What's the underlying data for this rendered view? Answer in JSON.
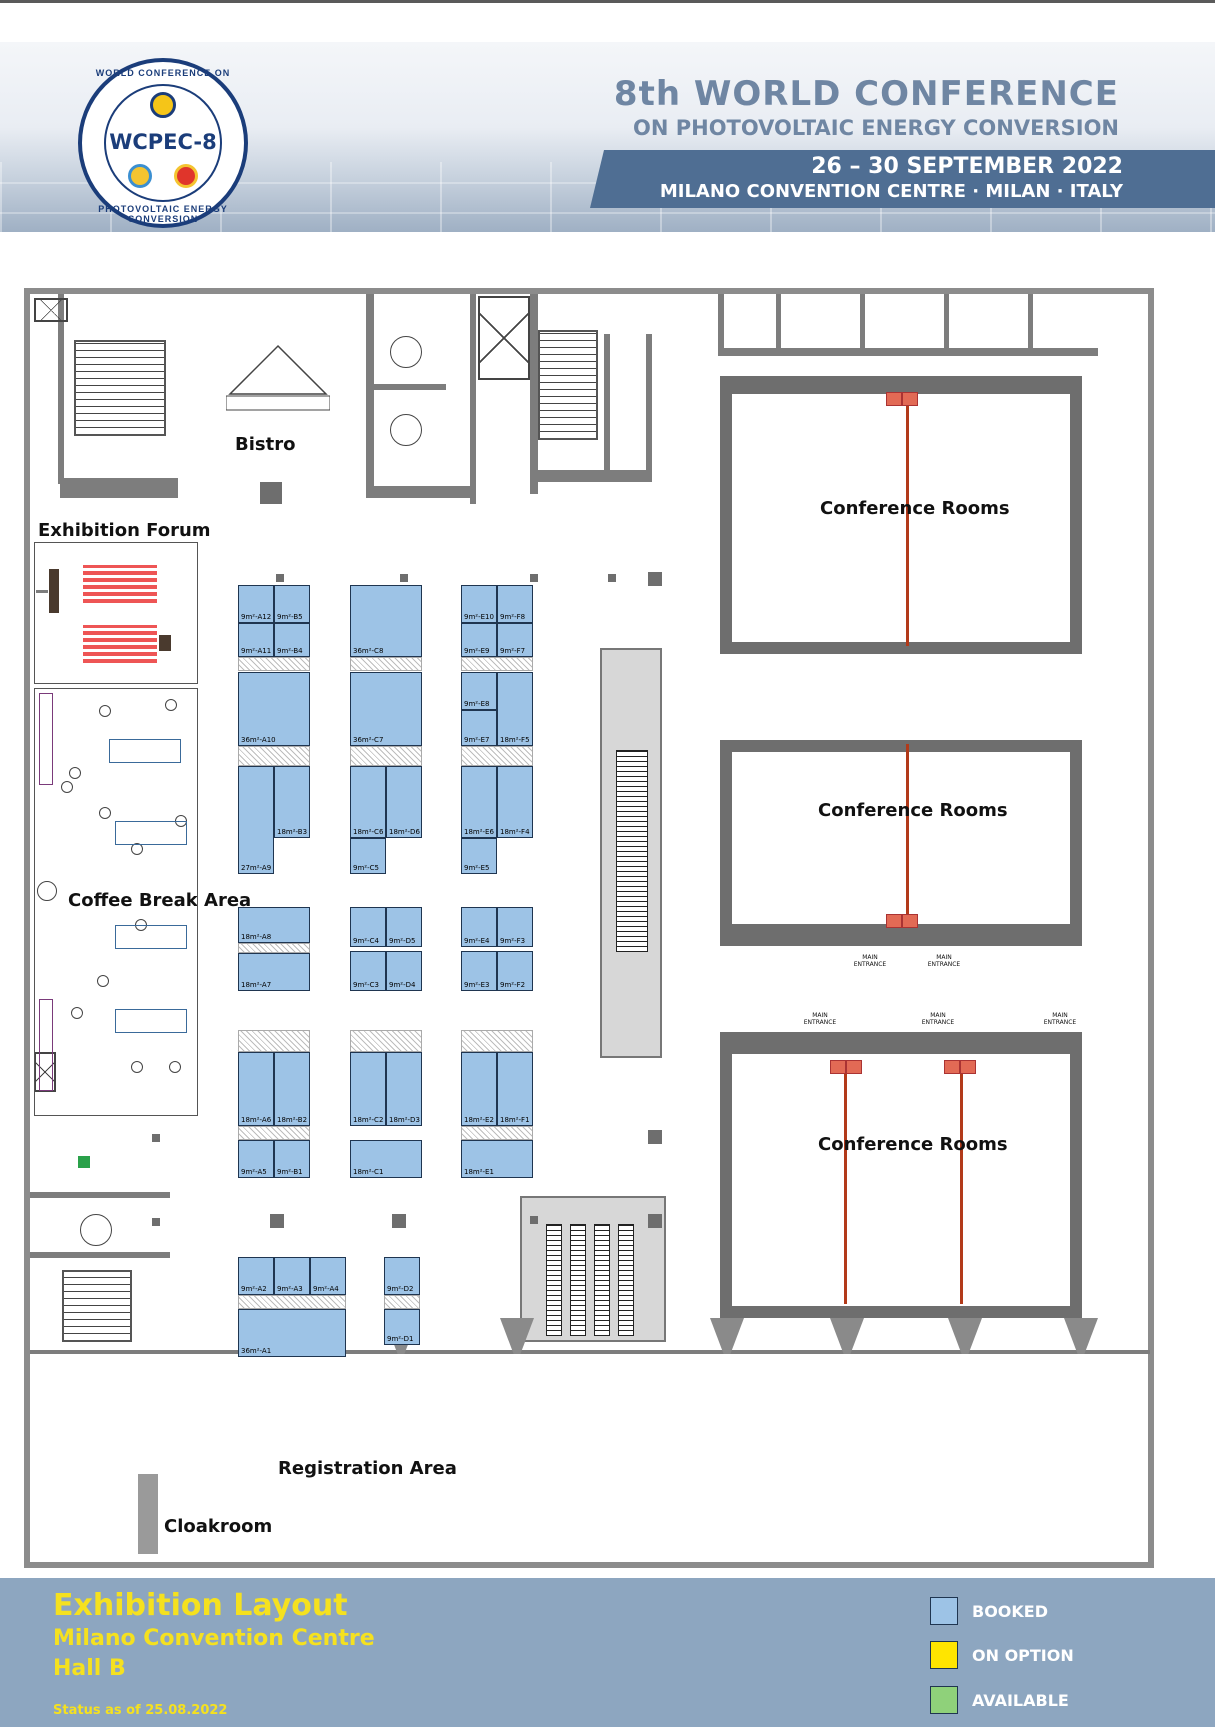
{
  "header": {
    "logo_text": "WCPEC-8",
    "logo_ring_top": "WORLD CONFERENCE ON",
    "logo_ring_bottom": "PHOTOVOLTAIC ENERGY CONVERSION",
    "title_line1": "8th WORLD CONFERENCE",
    "title_line2": "ON PHOTOVOLTAIC ENERGY CONVERSION",
    "dates": "26 – 30 SEPTEMBER 2022",
    "venue": "MILANO CONVENTION CENTRE · MILAN · ITALY"
  },
  "areas": {
    "bistro": "Bistro",
    "exhibition_forum": "Exhibition Forum",
    "coffee_break": "Coffee Break Area",
    "registration": "Registration Area",
    "cloakroom": "Cloakroom",
    "conference_1": "Conference Rooms",
    "conference_2": "Conference Rooms",
    "conference_3": "Conference Rooms",
    "main_entrance": "MAIN ENTRANCE"
  },
  "booths": {
    "A12": "9m²-A12",
    "B5": "9m²-B5",
    "A11": "9m²-A11",
    "B4": "9m²-B4",
    "A10": "36m²-A10",
    "A9": "27m²-A9",
    "B3": "18m²-B3",
    "A8": "18m²-A8",
    "A7": "18m²-A7",
    "A6": "18m²-A6",
    "B2": "18m²-B2",
    "A5": "9m²-A5",
    "B1": "9m²-B1",
    "A2": "9m²-A2",
    "A3": "9m²-A3",
    "A4": "9m²-A4",
    "A1": "36m²-A1",
    "C8": "36m²-C8",
    "C7": "36m²-C7",
    "C6": "18m²-C6",
    "D6": "18m²-D6",
    "C5": "9m²-C5",
    "C4": "9m²-C4",
    "D5": "9m²-D5",
    "C3": "9m²-C3",
    "D4": "9m²-D4",
    "C2": "18m²-C2",
    "D3": "18m²-D3",
    "C1": "18m²-C1",
    "D2": "9m²-D2",
    "D1": "9m²-D1",
    "E10": "9m²-E10",
    "F8": "9m²-F8",
    "E9": "9m²-E9",
    "F7": "9m²-F7",
    "E8": "9m²-E8",
    "E7": "9m²-E7",
    "F5": "18m²-F5",
    "E6": "18m²-E6",
    "F4": "18m²-F4",
    "E5": "9m²-E5",
    "E4": "9m²-E4",
    "F3": "9m²-F3",
    "E3": "9m²-E3",
    "F2": "9m²-F2",
    "E2": "18m²-E2",
    "F1": "18m²-F1",
    "E1": "18m²-E1"
  },
  "footer": {
    "title": "Exhibition Layout",
    "line2": "Milano Convention Centre",
    "line3": "Hall B",
    "status": "Status as of 25.08.2022"
  },
  "legend": [
    {
      "label": "BOOKED",
      "color": "#9dc3e6"
    },
    {
      "label": "ON OPTION",
      "color": "#ffe500"
    },
    {
      "label": "AVAILABLE",
      "color": "#8fd17a"
    }
  ]
}
